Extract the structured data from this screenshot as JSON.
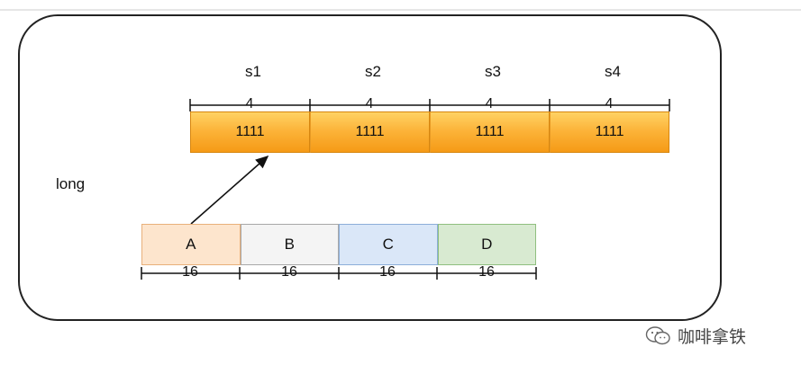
{
  "segments": [
    {
      "name": "s1",
      "bits": "4",
      "value": "1111"
    },
    {
      "name": "s2",
      "bits": "4",
      "value": "1111"
    },
    {
      "name": "s3",
      "bits": "4",
      "value": "1111"
    },
    {
      "name": "s4",
      "bits": "4",
      "value": "1111"
    }
  ],
  "long_label": "long",
  "boxes": [
    {
      "label": "A",
      "bits": "16",
      "fill": "#fde5cd",
      "stroke": "#e8b07a"
    },
    {
      "label": "B",
      "bits": "16",
      "fill": "#f4f4f4",
      "stroke": "#a8a8a8"
    },
    {
      "label": "C",
      "bits": "16",
      "fill": "#dae7f8",
      "stroke": "#8caed9"
    },
    {
      "label": "D",
      "bits": "16",
      "fill": "#d8ead1",
      "stroke": "#8fbf7f"
    }
  ],
  "colors": {
    "bar_fill": "#fcb43a",
    "arrow": "#111111"
  },
  "watermark": {
    "text": "咖啡拿铁",
    "icon": "wechat-icon"
  }
}
